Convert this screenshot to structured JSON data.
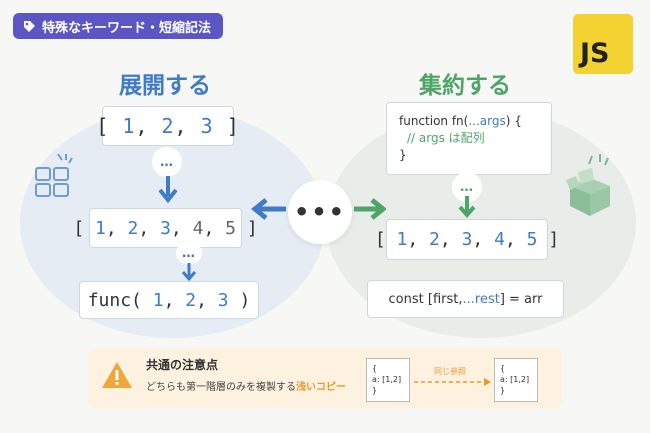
{
  "tag": {
    "label": "特殊なキーワード・短縮記法",
    "icon": "tag-icon"
  },
  "logo": {
    "text": "JS",
    "color": "#f4d232"
  },
  "left": {
    "title": "展開する",
    "color": "#3f7bc6",
    "box1": {
      "open": "[",
      "items": [
        "1",
        "2",
        "3"
      ],
      "close": "]"
    },
    "dots": "…",
    "box2": {
      "open": "[",
      "blue_items": [
        "1",
        "2",
        "3"
      ],
      "gray_items": [
        "4",
        "5"
      ],
      "close": "]"
    },
    "box3": {
      "prefix": "func(",
      "items": [
        "1",
        "2",
        "3"
      ],
      "close": ")"
    }
  },
  "center": {
    "dots": "•••"
  },
  "right": {
    "title": "集約する",
    "color": "#4fa468",
    "code": {
      "line1_pre": "function fn(",
      "line1_arg": "...args",
      "line1_post": ") {",
      "comment": "// args は配列",
      "line3": "}"
    },
    "dots": "…",
    "array": {
      "open": "[",
      "items": [
        "1",
        "2",
        "3",
        "4",
        "5"
      ],
      "close": "]"
    },
    "rest": {
      "pre": "const [first, ",
      "rest_kw": "...rest",
      "post": "] = arr"
    }
  },
  "warning": {
    "icon": "warning-icon",
    "title": "共通の注意点",
    "text_pre": "どちらも第一階層のみを複製する",
    "text_highlight": "浅いコピー",
    "card1": {
      "line1": "{",
      "line2": "a: [1,2]",
      "line3": "}"
    },
    "card2": {
      "line1": "{",
      "line2": "a: [1,2]",
      "line3": "}"
    },
    "link_label": "同じ参照"
  }
}
